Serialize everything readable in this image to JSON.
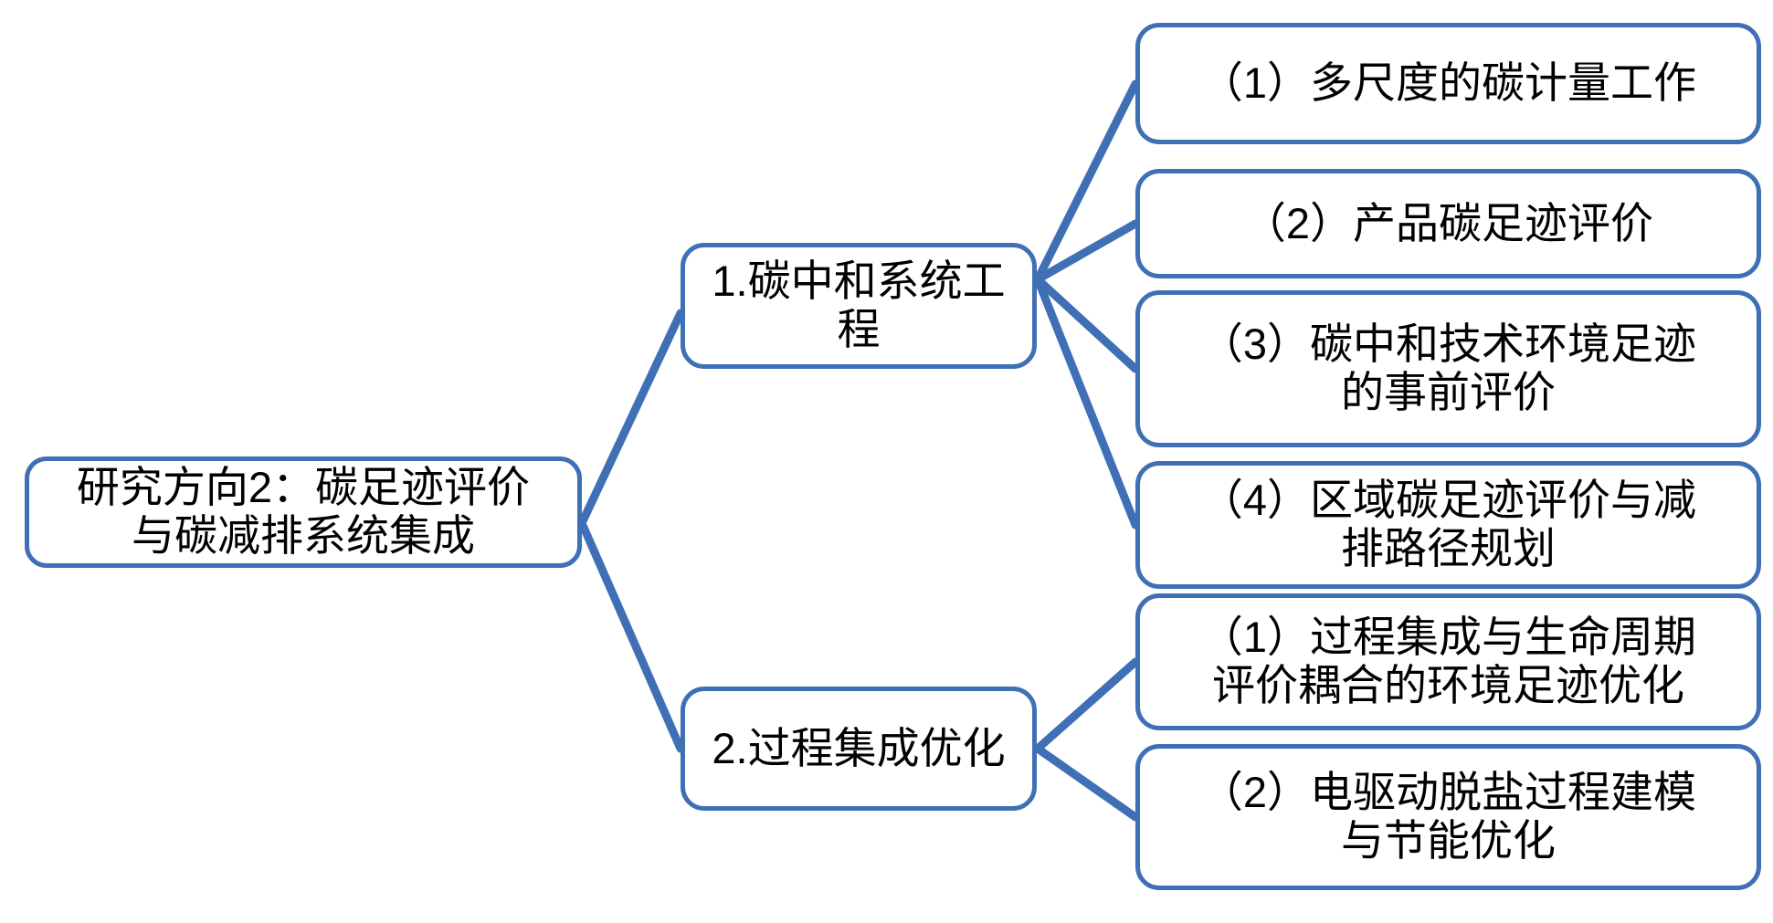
{
  "diagram": {
    "type": "mind-map",
    "accent_color": "#3F6FB5",
    "background_color": "#FFFFFF",
    "text_color": "#000000",
    "root": {
      "label": "研究方向2：碳足迹评价\n与碳减排系统集成"
    },
    "branches": [
      {
        "label": "1.碳中和系统工\n程",
        "children": [
          {
            "label": "（1）多尺度的碳计量工作"
          },
          {
            "label": "（2）产品碳足迹评价"
          },
          {
            "label": "（3）碳中和技术环境足迹\n的事前评价"
          },
          {
            "label": "（4）区域碳足迹评价与减\n排路径规划"
          }
        ]
      },
      {
        "label": "2.过程集成优化",
        "children": [
          {
            "label": "（1）过程集成与生命周期\n评价耦合的环境足迹优化"
          },
          {
            "label": "（2）电驱动脱盐过程建模\n与节能优化"
          }
        ]
      }
    ]
  }
}
